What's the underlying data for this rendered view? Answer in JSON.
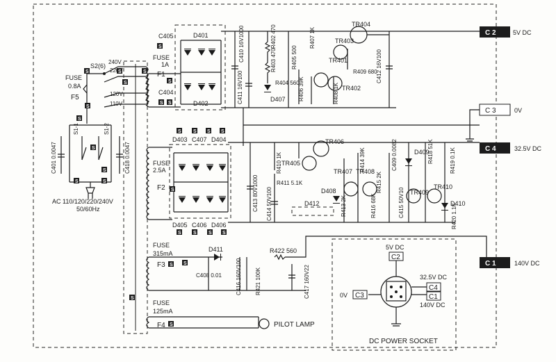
{
  "connectors": {
    "c2": {
      "tag": "C 2",
      "voltage": "5V DC"
    },
    "c3": {
      "tag": "C 3",
      "voltage": "0V"
    },
    "c4": {
      "tag": "C 4",
      "voltage": "32.5V DC"
    },
    "c1": {
      "tag": "C 1",
      "voltage": "140V DC"
    }
  },
  "mains": {
    "selector_switch": "S2(6)",
    "fuse_label": "FUSE",
    "fuse_rating": "0.8A",
    "fuse_ref": "F5",
    "tap_240": "240V",
    "tap_220": "220V",
    "tap_120": "120V",
    "tap_110": "110V",
    "cap_c401": "C401 0.0047",
    "cap_c418": "C418 0.0047",
    "switch_s1_1": "S1-1",
    "switch_s1_2": "S1-2",
    "ac_label": "AC 110/120/220/240V",
    "ac_freq": "50/60Hz"
  },
  "fuses": {
    "f1": {
      "label": "FUSE",
      "rating": "1A",
      "ref": "F1"
    },
    "f2": {
      "label": "FUSE",
      "rating": "2.5A",
      "ref": "F2"
    },
    "f3": {
      "label": "FUSE",
      "rating": "315mA",
      "ref": "F3"
    },
    "f4": {
      "label": "FUSE",
      "rating": "125mA",
      "ref": "F4"
    }
  },
  "section_5v": {
    "c405": "C405",
    "c404": "C404",
    "d401": "D401",
    "d402": "D402",
    "c410": "C410 16V1000",
    "c411": "C411 16V100",
    "r402": "R402 470",
    "r403": "R403 470",
    "r404": "R404 560",
    "r405": "R405 500",
    "r406": "R406 39K",
    "r407": "R407 1K",
    "r408": "R408 1K",
    "r409": "R409 680",
    "d407": "D407",
    "tr401": "TR401",
    "tr402": "TR402",
    "tr403": "TR403",
    "tr404": "TR404",
    "c412": "C412 16V100"
  },
  "section_32v": {
    "d403": "D403",
    "c407": "C407",
    "d404": "D404",
    "d405": "D405",
    "c406": "C406",
    "d406": "D406",
    "r410": "R410 1K",
    "r411": "R411 5.1K",
    "c413": "C413 80V1000",
    "c414": "C414 50V100",
    "tr405": "TR405",
    "tr406": "TR406",
    "tr407": "TR407",
    "tr408": "TR408",
    "tr409": "TR409",
    "tr410": "TR410",
    "r413": "R413 2K",
    "r414": "R414 39K",
    "r415": "R415 2K",
    "r416": "R416 68K",
    "r418": "R418 51K",
    "r419": "R419 0.1K",
    "r420": "R420 1.1K",
    "c409": "C409 0.0082",
    "c415": "C415 50V10",
    "d408": "D408",
    "d409": "D409",
    "d410": "D410",
    "d412": "D412"
  },
  "section_140v": {
    "d411": "D411",
    "c408": "C408 0.01",
    "c416": "C416 160V100",
    "r421": "R421 100K",
    "r422": "R422 560",
    "c417": "C417 160V22"
  },
  "pilot": {
    "label": "PILOT LAMP"
  },
  "socket": {
    "title": "DC POWER SOCKET",
    "v5": "5V DC",
    "v32": "32.5V DC",
    "v140": "140V DC",
    "v0": "0V",
    "c2": "C2",
    "c3": "C3",
    "c4": "C4",
    "c1": "C1"
  },
  "badges": {
    "s": "S"
  }
}
